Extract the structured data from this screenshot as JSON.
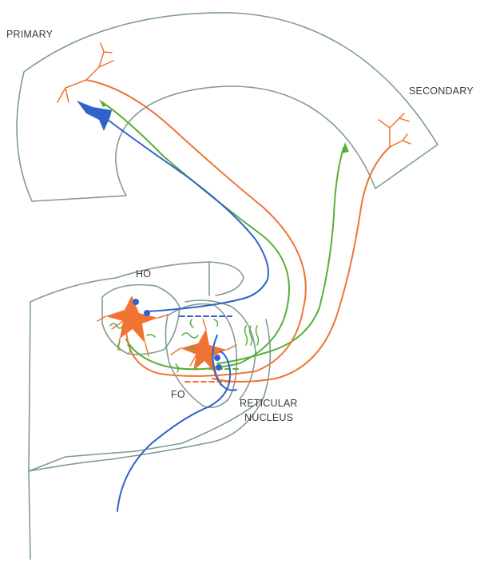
{
  "labels": {
    "primary": "PRIMARY",
    "secondary": "SECONDARY",
    "ho": "HO",
    "fo": "FO",
    "reticular_line1": "RETICULAR",
    "reticular_line2": "NUCLEUS"
  },
  "colors": {
    "outline": "#7f9c92",
    "orange": "#ef7434",
    "green": "#5aae3c",
    "blue": "#2f63c9",
    "text": "#3a3a3a"
  }
}
